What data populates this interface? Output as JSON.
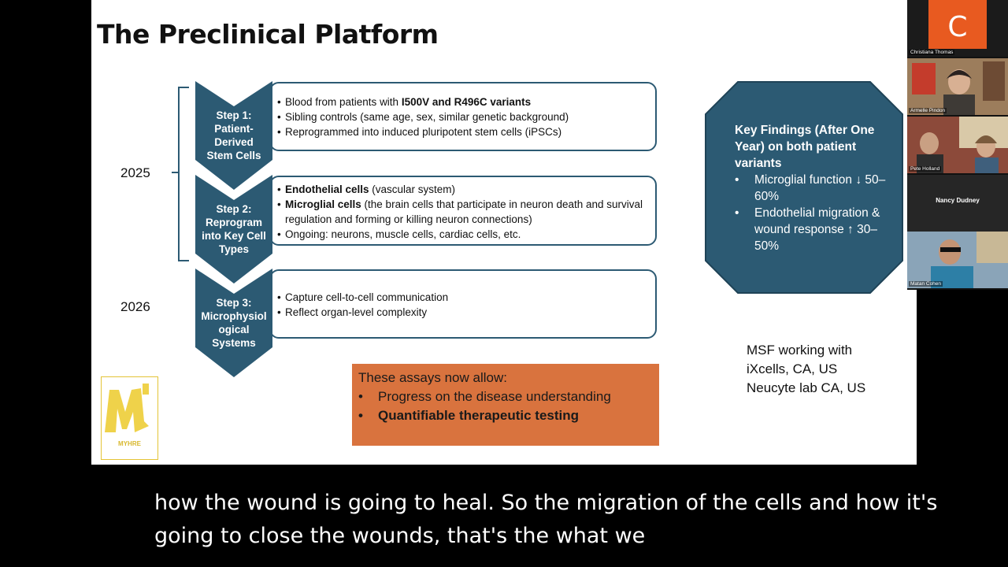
{
  "slide": {
    "title": "The Preclinical Platform",
    "years": {
      "first": "2025",
      "second": "2026"
    },
    "steps": [
      {
        "label_lines": [
          "Step 1:",
          "Patient-",
          "Derived",
          "Stem Cells"
        ],
        "bullets": [
          {
            "text": "Blood from patients with ",
            "bold": "I500V and R496C variants"
          },
          {
            "text": "Sibling controls (same age, sex, similar genetic background)"
          },
          {
            "text": "Reprogrammed into induced pluripotent stem cells (iPSCs)"
          }
        ]
      },
      {
        "label_lines": [
          "Step 2:",
          "Reprogram",
          "into Key Cell",
          "Types"
        ],
        "bullets": [
          {
            "bold": "Endothelial cells",
            "text": " (vascular system)"
          },
          {
            "bold": "Microglial cells",
            "text": " (the brain cells that participate in neuron death and survival regulation and  forming or killing neuron connections)"
          },
          {
            "text": "Ongoing: neurons, muscle cells, cardiac cells, etc."
          }
        ]
      },
      {
        "label_lines": [
          "Step 3:",
          "Microphysiol",
          "ogical",
          "Systems"
        ],
        "bullets": [
          {
            "text": "Capture cell-to-cell communication"
          },
          {
            "text": "Reflect organ-level complexity"
          }
        ]
      }
    ],
    "key_findings": {
      "heading": "Key Findings (After One Year) on both patient variants",
      "items": [
        "Microglial function ↓ 50–60%",
        "Endothelial migration & wound response ↑ 30–50%"
      ]
    },
    "msf_note": [
      "MSF working with",
      "iXcells, CA, US",
      "Neucyte lab CA, US"
    ],
    "assays": {
      "heading": "These assays now allow:",
      "items": [
        {
          "text": "Progress on the disease understanding",
          "bold": false
        },
        {
          "text": "Quantifiable therapeutic testing",
          "bold": true
        }
      ]
    },
    "logo": {
      "text": "MYHRE"
    },
    "colors": {
      "teal": "#2c5a73",
      "orange": "#d9733e",
      "logo_gold": "#e4c437"
    }
  },
  "participants": [
    {
      "name": "Christiana Thomas",
      "initial": "C",
      "avatar_color": "#e85a20"
    },
    {
      "name": "Armelle Pindon"
    },
    {
      "name": "Pete Holland"
    },
    {
      "name": "Nancy Dudney"
    },
    {
      "name": "Matan Cohen"
    }
  ],
  "caption": {
    "line1": "how the wound is going to heal. So the migration of the cells and how it's",
    "line2": "going to close the wounds, that's the what we"
  }
}
